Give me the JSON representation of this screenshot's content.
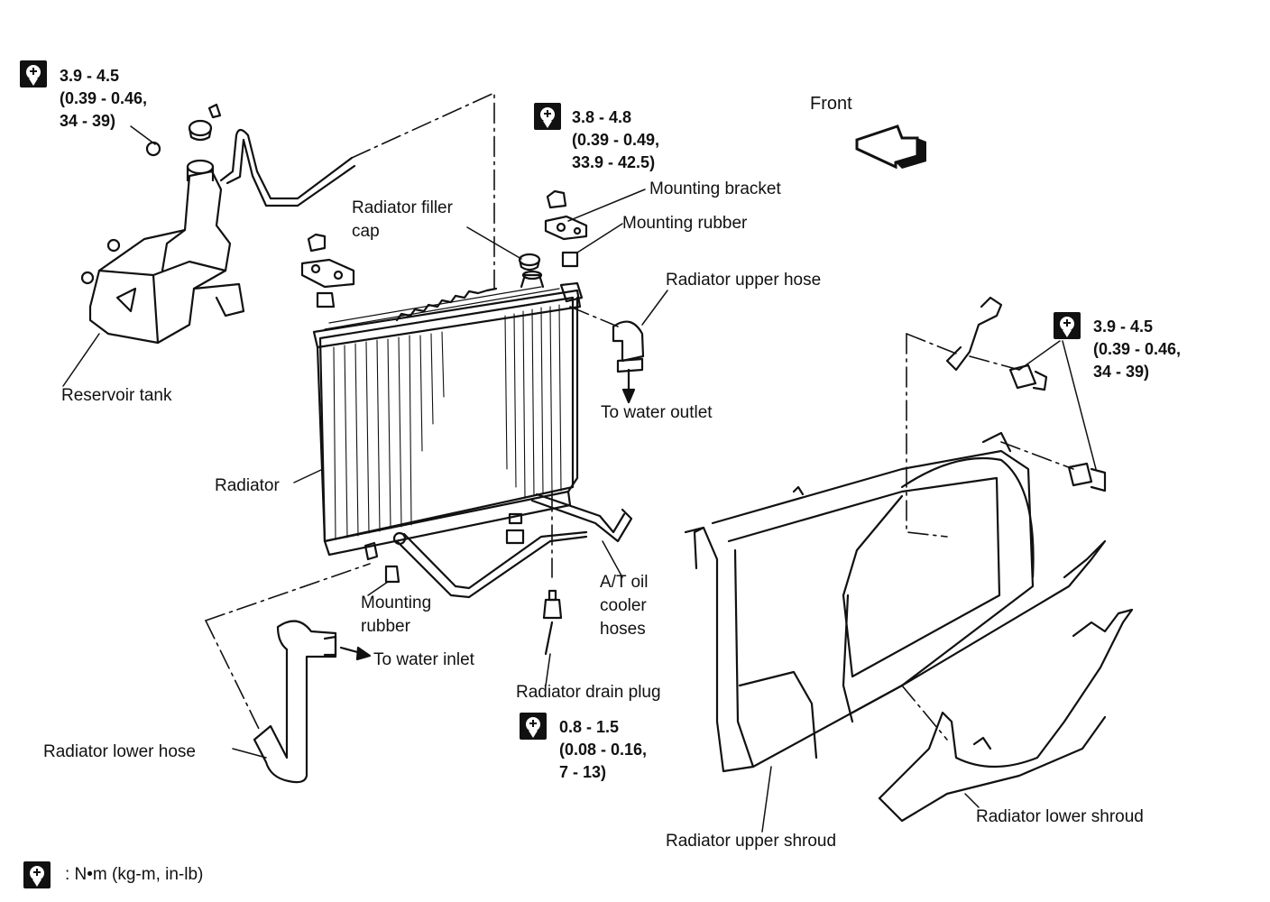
{
  "labels": {
    "front": "Front",
    "reservoir_tank": "Reservoir tank",
    "radiator": "Radiator",
    "radiator_filler_cap_1": "Radiator filler",
    "radiator_filler_cap_2": "cap",
    "mounting_bracket": "Mounting bracket",
    "mounting_rubber_top": "Mounting rubber",
    "radiator_upper_hose": "Radiator upper hose",
    "to_water_outlet": "To water outlet",
    "mounting_rubber_bottom_1": "Mounting",
    "mounting_rubber_bottom_2": "rubber",
    "to_water_inlet": "To water inlet",
    "radiator_lower_hose": "Radiator lower hose",
    "at_oil_1": "A/T oil",
    "at_oil_2": "cooler",
    "at_oil_3": "hoses",
    "radiator_drain_plug": "Radiator drain plug",
    "radiator_upper_shroud": "Radiator upper shroud",
    "radiator_lower_shroud": "Radiator lower shroud"
  },
  "torques": {
    "reservoir": {
      "l1": "3.9 - 4.5",
      "l2": "(0.39 - 0.46,",
      "l3": "34 - 39)"
    },
    "bracket": {
      "l1": "3.8 - 4.8",
      "l2": "(0.39 - 0.49,",
      "l3": "33.9 - 42.5)"
    },
    "shroud": {
      "l1": "3.9 - 4.5",
      "l2": "(0.39 - 0.46,",
      "l3": "34 - 39)"
    },
    "drain": {
      "l1": "0.8 - 1.5",
      "l2": "(0.08 - 0.16,",
      "l3": "7 - 13)"
    }
  },
  "legend": {
    "text": ":  N•m  (kg-m,  in-lb)"
  },
  "icons": {
    "torque": "torque-wrench-icon",
    "front": "front-arrow-icon"
  },
  "colors": {
    "ink": "#111111",
    "paper": "#ffffff"
  }
}
